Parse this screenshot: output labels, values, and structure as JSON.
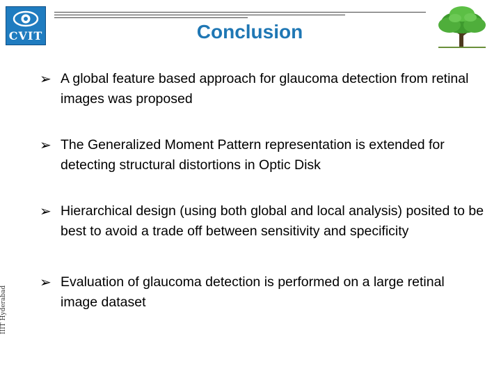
{
  "header": {
    "logo_text": "CVIT",
    "title": "Conclusion"
  },
  "bullets": [
    {
      "text": "A global feature based approach for glaucoma detection from retinal images was proposed"
    },
    {
      "text": "The Generalized Moment Pattern representation is extended for detecting structural distortions in Optic Disk"
    },
    {
      "text": "Hierarchical design (using both global and local analysis) posited to be best to avoid a trade off between sensitivity and specificity"
    },
    {
      "text": "Evaluation of glaucoma detection is performed on a large retinal image dataset"
    }
  ],
  "footer": {
    "side_text": "IIIT Hyderabad"
  },
  "colors": {
    "title": "#1f77b4",
    "logo_bg": "#1f7cc0",
    "tree": "#3e9a2e"
  },
  "icons": {
    "bullet": "arrow-bullet-icon",
    "logo": "cvit-logo",
    "tree": "tree-icon"
  }
}
